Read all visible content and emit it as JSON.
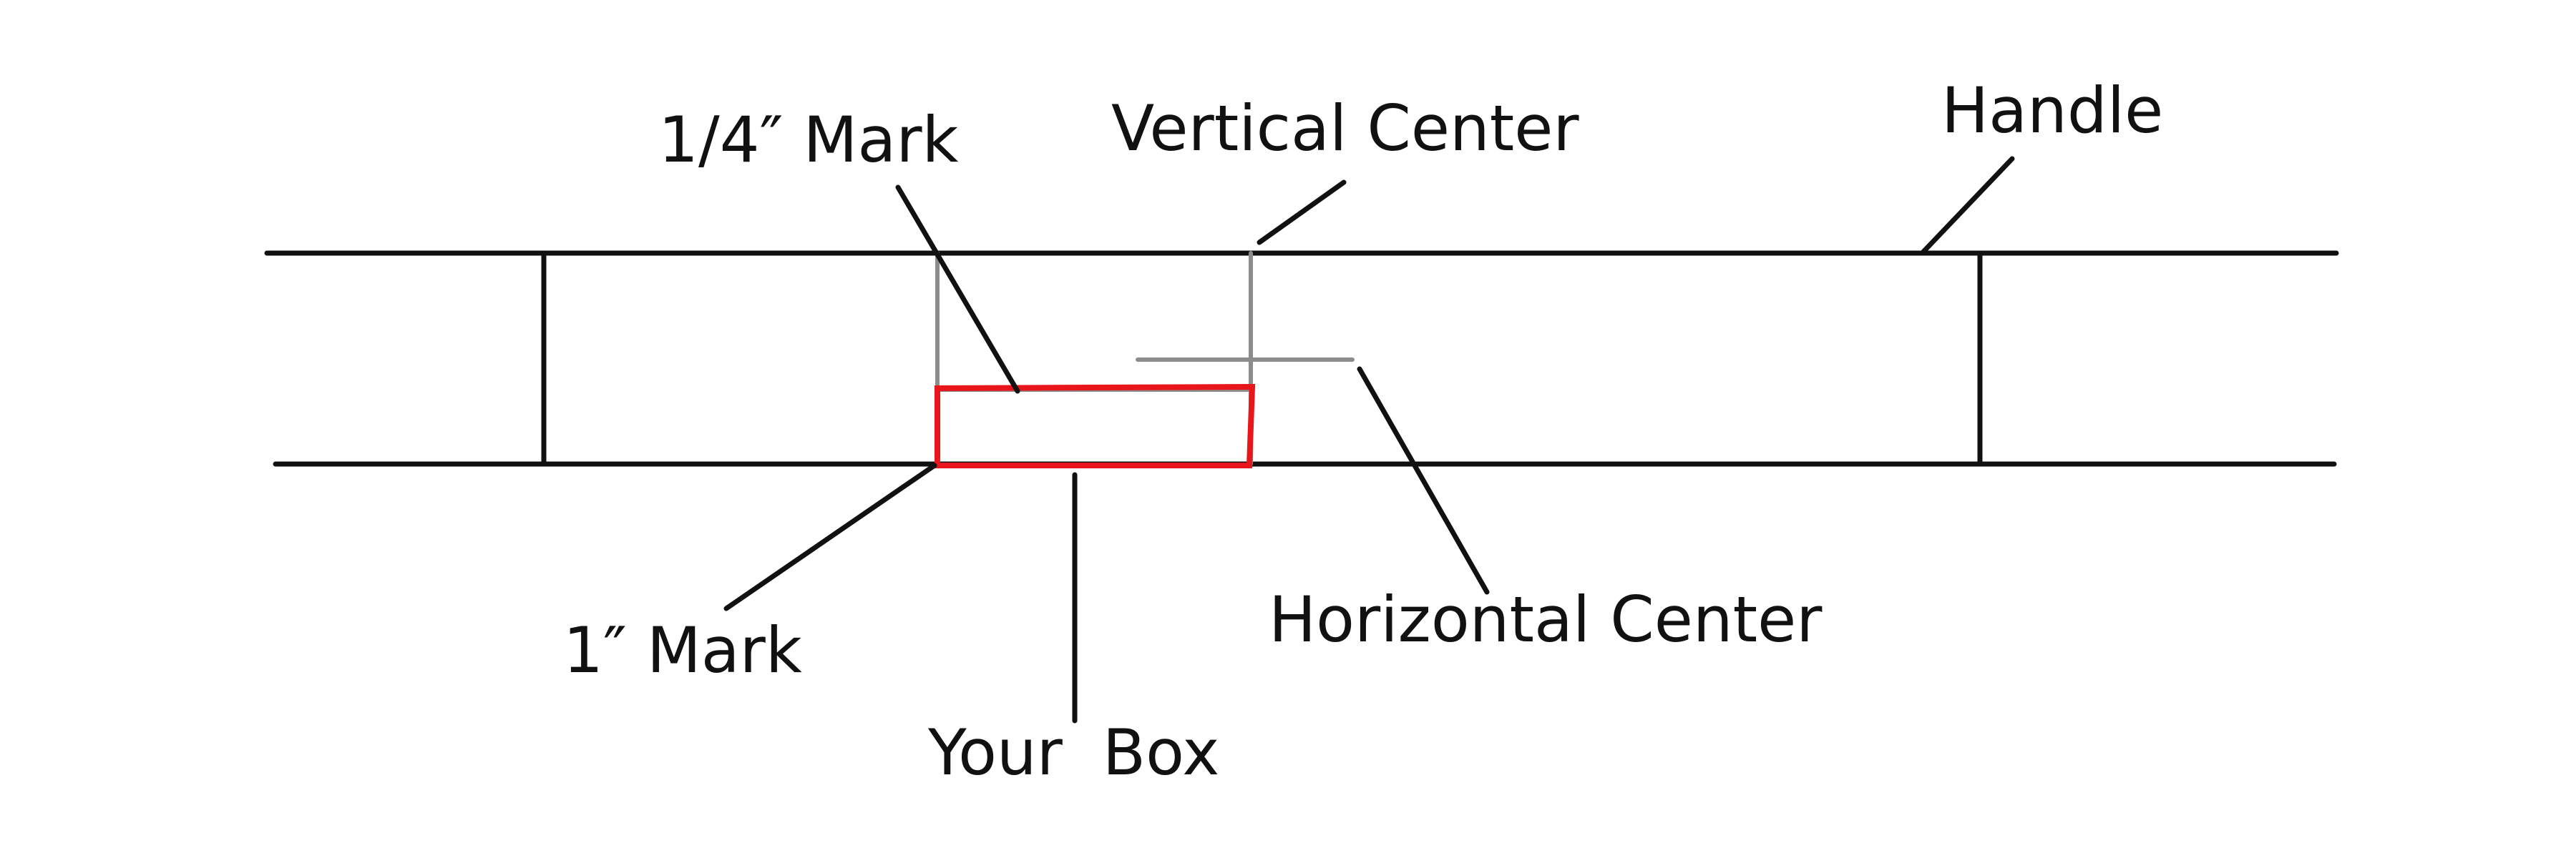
{
  "labels": {
    "quarter_mark": "1/4″ Mark",
    "vertical_center": "Vertical Center",
    "handle": "Handle",
    "one_inch_mark": "1″ Mark",
    "horizontal_center": "Horizontal Center",
    "your_box": "Your  Box"
  },
  "colors": {
    "line": "#111111",
    "guide": "#8c8c8c",
    "box": "#e8161b"
  }
}
